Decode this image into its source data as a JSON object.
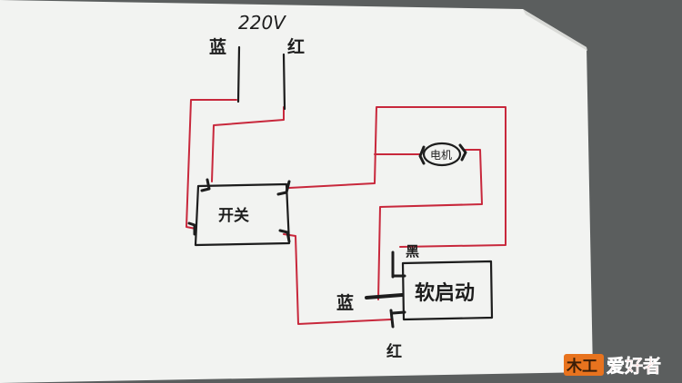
{
  "labels": {
    "voltage": "220V",
    "top_left_wire": "蓝",
    "top_right_wire": "红",
    "switch": "开关",
    "motor": "电机",
    "soft_start": "软启动",
    "wire_black": "黑",
    "wire_blue": "蓝",
    "wire_red": "红"
  },
  "watermark": {
    "logo_text": "木工",
    "site_text": "爱好者"
  },
  "colors": {
    "paper": "#f2f3f1",
    "background": "#5b5e5e",
    "ink": "#1d1d1d",
    "red_wire": "#c8283c",
    "watermark_orange": "#e8731e",
    "watermark_red": "#d42a2a"
  }
}
